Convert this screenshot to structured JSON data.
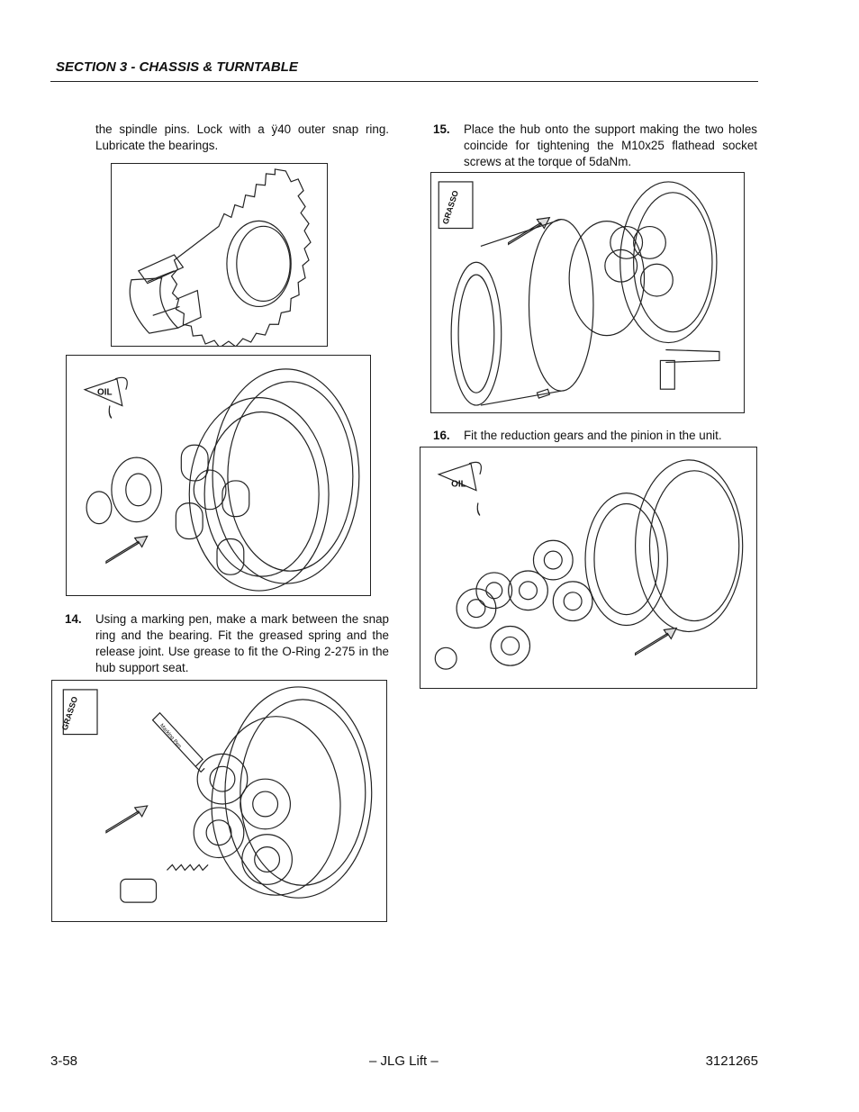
{
  "header": {
    "section_title": "SECTION 3 - CHASSIS & TURNTABLE"
  },
  "left_column": {
    "continued_text": "the spindle pins. Lock with a ÿ40 outer snap ring. Lubricate the bearings.",
    "figure_oil_label": "OIL",
    "step14": {
      "number": "14.",
      "text": "Using a marking pen, make a mark between the snap ring and the bearing. Fit the greased spring and the release joint. Use grease to fit the O-Ring 2-275 in the hub support seat."
    },
    "figure_grasso_label": "GRASSO",
    "figure_pen_label": "Marking Pen"
  },
  "right_column": {
    "step15": {
      "number": "15.",
      "text": "Place the hub onto the support making the two holes coincide for tightening the M10x25 flathead socket screws at the torque of 5daNm."
    },
    "figure_grasso_label": "GRASSO",
    "step16": {
      "number": "16.",
      "text": "Fit the reduction gears and the pinion in the unit."
    },
    "figure_oil_label": "OIL"
  },
  "footer": {
    "page_number": "3-58",
    "center": "– JLG Lift –",
    "doc_number": "3121265"
  }
}
